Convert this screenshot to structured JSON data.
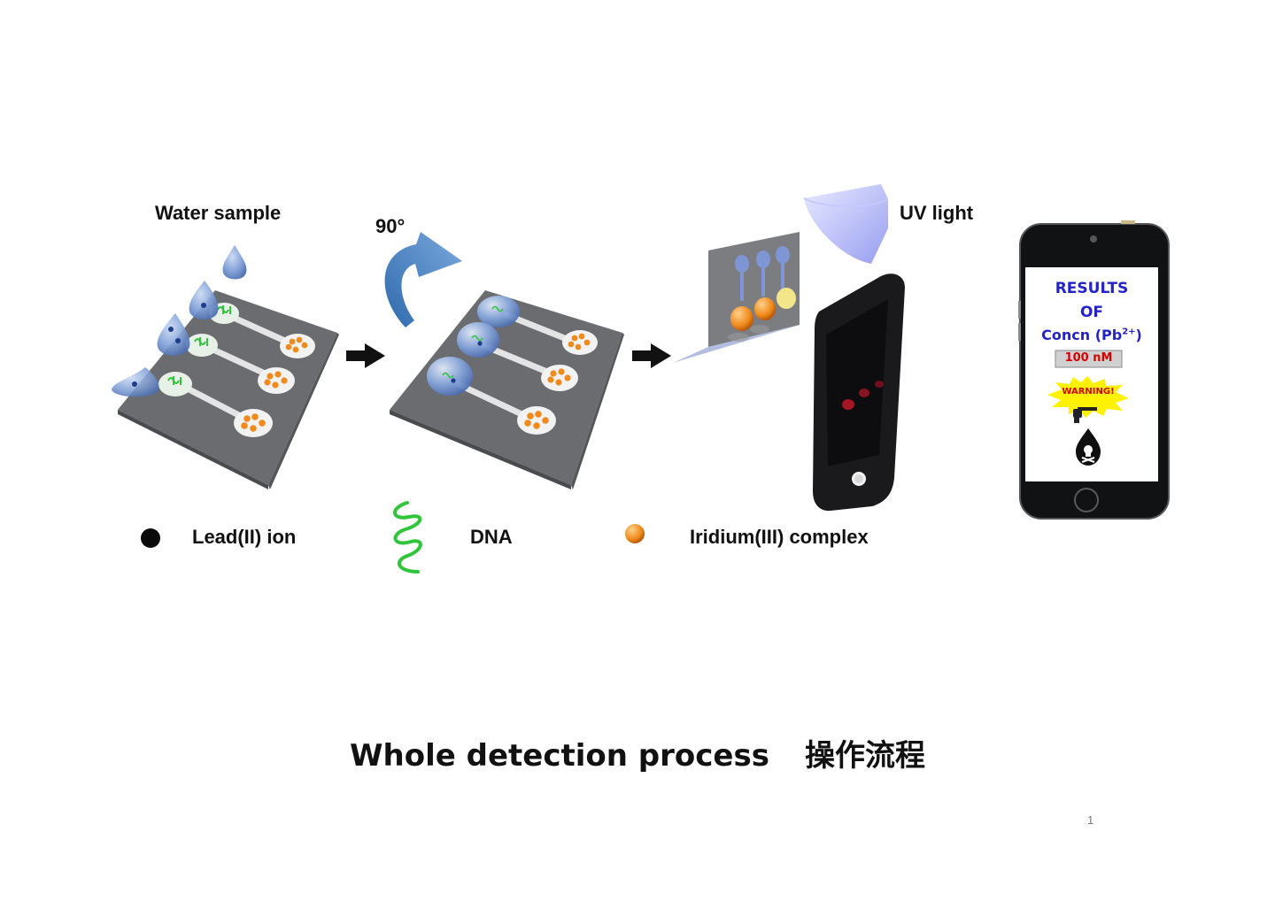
{
  "labels": {
    "water_sample": "Water sample",
    "rotation": "90°",
    "uv_light": "UV light"
  },
  "legend": {
    "lead": "Lead(II) ion",
    "dna": "DNA",
    "iridium": "Iridium(III) complex"
  },
  "phone": {
    "line1": "RESULTS",
    "line2": "OF",
    "line3": "Concn (Pb",
    "superscript": "2+",
    "line3_end": ")",
    "value": "100 nM",
    "warning": "WARNING!"
  },
  "caption": {
    "english": "Whole detection process",
    "chinese": "操作流程"
  },
  "page_number": "1",
  "colors": {
    "chip": "#7c7d80",
    "droplet": "#7f9fd6",
    "arrow": "#4f86c6",
    "dna": "#2fc43a",
    "iridium": "#f08a1c",
    "results_text": "#2323c8",
    "warning_burst": "#fff200",
    "value_text": "#d40000"
  }
}
